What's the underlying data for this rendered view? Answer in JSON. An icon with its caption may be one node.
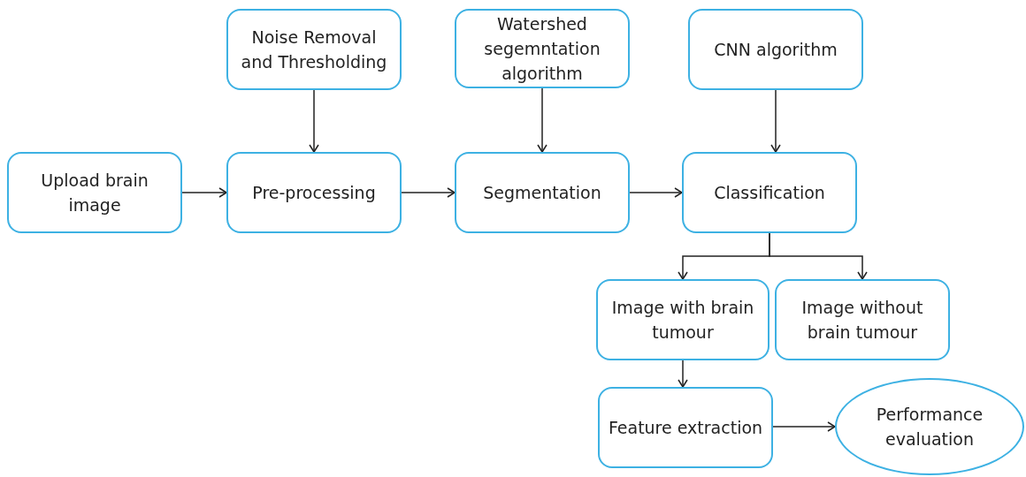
{
  "diagram": {
    "nodes": [
      {
        "text": [
          "Noise Removal and Thresholding"
        ]
      },
      {
        "text": [
          "Watershed segemntation algorithm"
        ]
      },
      {
        "text": [
          "CNN algorithm"
        ]
      },
      {
        "text": [
          "Upload brain image"
        ]
      },
      {
        "text": [
          "Pre-processing"
        ]
      },
      {
        "text": [
          "Segmentation"
        ]
      },
      {
        "text": [
          "Classification"
        ]
      },
      {
        "text": [
          "Image with brain tumour"
        ]
      },
      {
        "text": [
          "Image without brain tumour"
        ]
      },
      {
        "text": [
          "Feature extraction"
        ]
      },
      {
        "text": [
          "Performance evaluation"
        ]
      }
    ],
    "edges": [
      {
        "from": 0,
        "to": 4,
        "arrow": "to"
      },
      {
        "from": 1,
        "to": 5,
        "arrow": "to"
      },
      {
        "from": 2,
        "to": 6,
        "arrow": "to"
      },
      {
        "from": 3,
        "to": 4,
        "arrow": "to"
      },
      {
        "from": 4,
        "to": 5,
        "arrow": "to"
      },
      {
        "from": 5,
        "to": 6,
        "arrow": "to"
      },
      {
        "from": 6,
        "to": 7,
        "arrow": "to"
      },
      {
        "from": 6,
        "to": 8,
        "arrow": "to"
      },
      {
        "from": 7,
        "to": 9,
        "arrow": "to"
      },
      {
        "from": 9,
        "to": 10,
        "arrow": "to"
      }
    ]
  }
}
